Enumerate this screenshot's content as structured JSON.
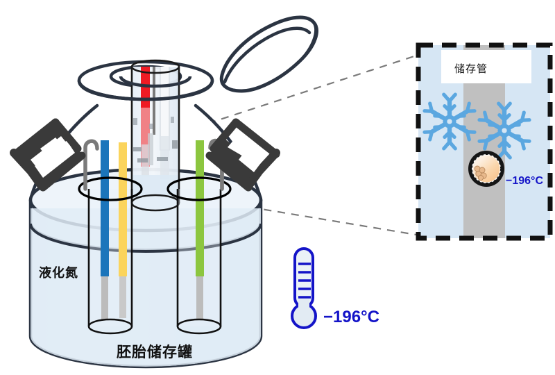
{
  "figure": {
    "title_bottom": "胚胎储存罐",
    "liquid_label": "液化氮",
    "temperature_main": "−196°C",
    "temperature_inset": "−196°C",
    "inset_title": "储存管"
  },
  "colors": {
    "outline": "#2b3442",
    "tank_fill": "#e3edf6",
    "tank_fill_light": "#eef4fa",
    "straw_blue": "#1b75bb",
    "straw_yellow": "#fbd45c",
    "straw_green": "#8cc63f",
    "straw_red": "#ee1b24",
    "straw_red_faded": "#f08a8f",
    "straw_white": "#f4f6f8",
    "straw_grey": "#bcbcbc",
    "hook_grey": "#7a7a7a",
    "handle_dark": "#3a3a3a",
    "temp_text": "#1414c8",
    "thermometer_outline": "#1414c8",
    "thermometer_fill": "#e8f0f6",
    "snowflake": "#5ba7e0",
    "inset_bg": "#d6e6f4",
    "inset_tube": "#c0c0c0",
    "inset_border": "#111111",
    "embryo_ring": "#151515",
    "embryo_fill": "#fbd3a8",
    "dashed_connector": "#7a7a7a"
  },
  "elements": {
    "tank": "embryo-storage-tank",
    "lid": "tank-lid",
    "neck": "tank-neck",
    "handles": [
      "left-handle",
      "right-handle"
    ],
    "canisters": [
      "left-canister",
      "center-canister",
      "right-canister"
    ],
    "straws": [
      {
        "name": "straw-blue",
        "color_key": "straw_blue"
      },
      {
        "name": "straw-yellow",
        "color_key": "straw_yellow"
      },
      {
        "name": "straw-green",
        "color_key": "straw_green"
      },
      {
        "name": "straw-red",
        "color_key": "straw_red"
      },
      {
        "name": "straw-white",
        "color_key": "straw_white"
      }
    ],
    "hooks": [
      "hook-left",
      "hook-center-right",
      "hook-right"
    ],
    "inset_items": [
      "snowflake-left",
      "snowflake-right",
      "embryo",
      "storage-tube-band"
    ],
    "connectors": [
      "dashed-connector-top",
      "dashed-connector-bottom"
    ]
  }
}
